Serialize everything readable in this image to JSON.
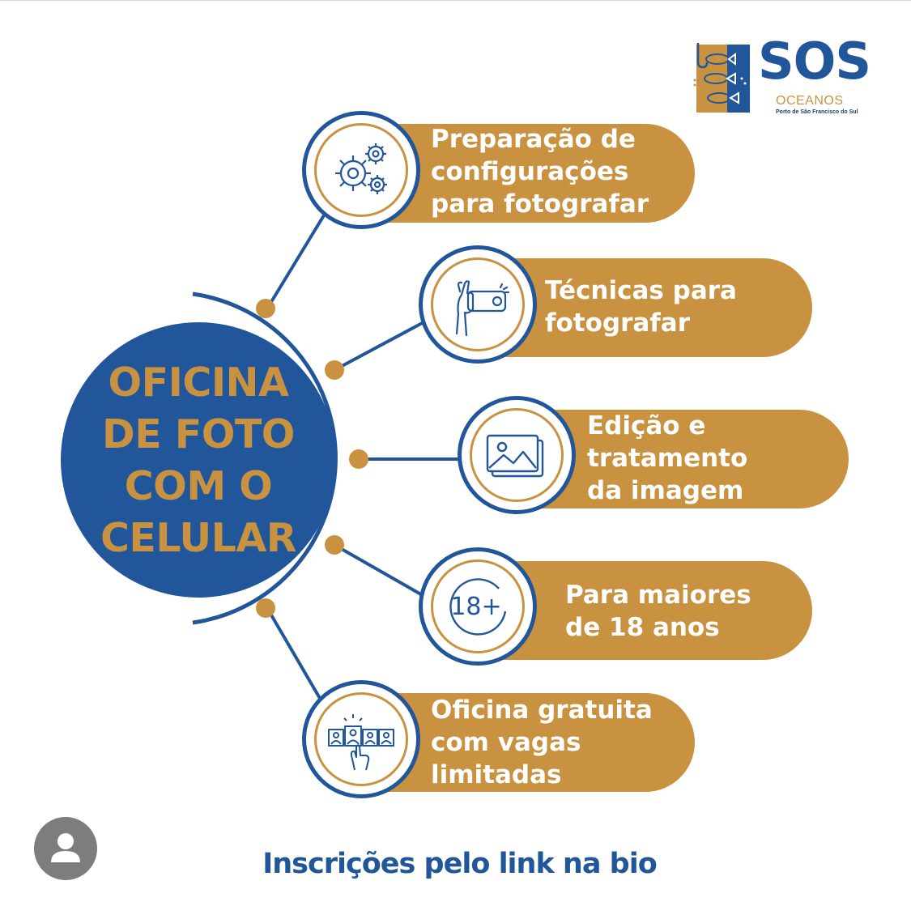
{
  "logo": {
    "name": "SOS",
    "subtitle": "OCEANOS",
    "location": "Porto de São Francisco do Sul",
    "colors": {
      "blue": "#21579a",
      "gold": "#c99240"
    }
  },
  "main": {
    "title_lines": [
      "OFICINA",
      "DE FOTO",
      "COM O",
      "CELULAR"
    ]
  },
  "items": [
    {
      "icon": "gears-icon",
      "lines": [
        "Preparação de",
        "configurações",
        "para fotografar"
      ]
    },
    {
      "icon": "hand-phone-icon",
      "lines": [
        "Técnicas para",
        "fotografar"
      ]
    },
    {
      "icon": "image-gallery-icon",
      "lines": [
        "Edição e",
        "tratamento",
        "da imagem"
      ]
    },
    {
      "icon": "age-18-plus-icon",
      "icon_text": "18+",
      "lines": [
        "Para maiores",
        "de 18 anos"
      ]
    },
    {
      "icon": "select-person-icon",
      "lines": [
        "Oficina gratuita",
        "com vagas",
        "limitadas"
      ]
    }
  ],
  "footer": {
    "text": "Inscrições pelo link na bio"
  },
  "profile": {
    "icon": "user-avatar-icon"
  }
}
